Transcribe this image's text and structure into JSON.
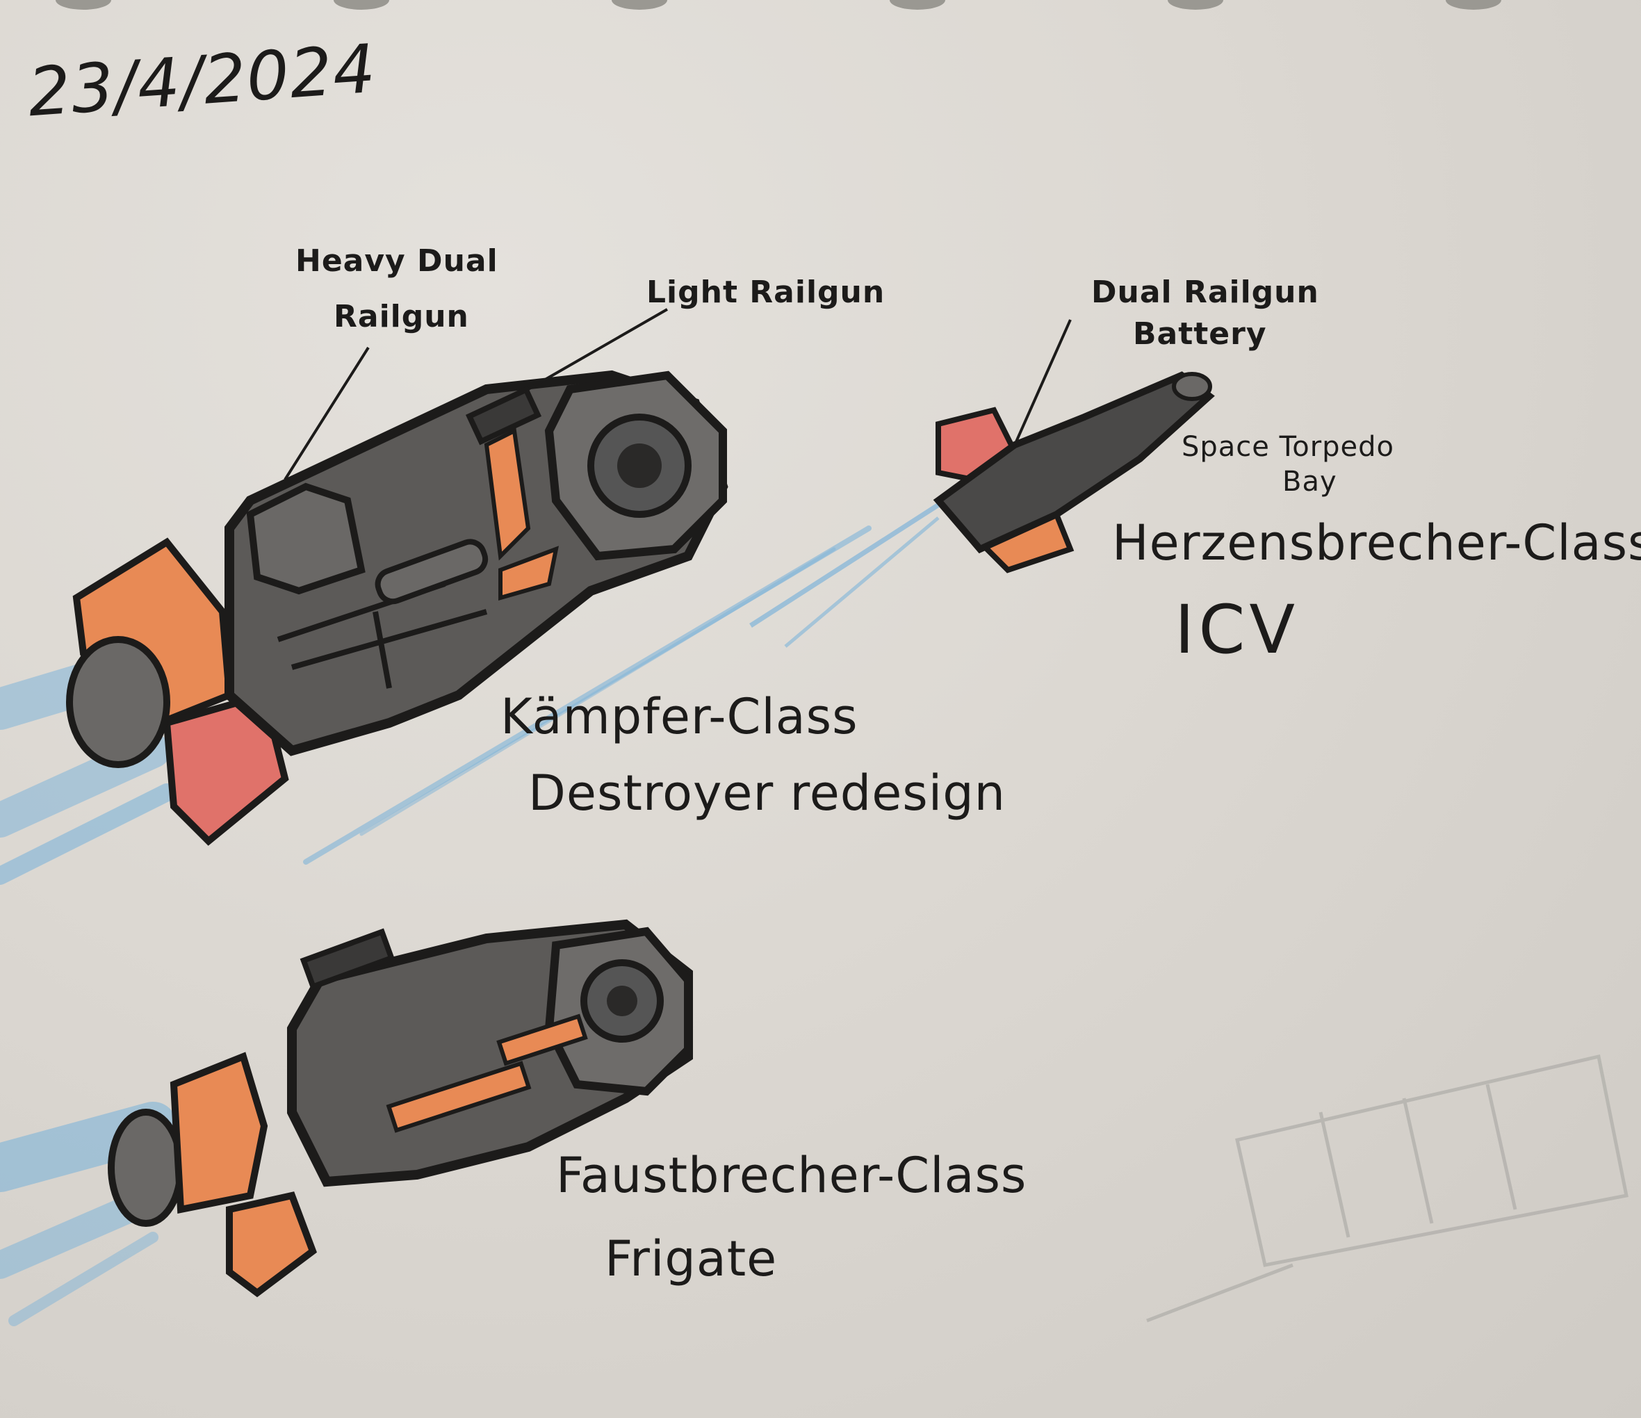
{
  "sketch": {
    "date": "23/4/2024",
    "labels": {
      "heavy_dual_railgun_line1": "Heavy Dual",
      "heavy_dual_railgun_line2": "Railgun",
      "light_railgun": "Light Railgun",
      "dual_railgun_battery_line1": "Dual Railgun",
      "dual_railgun_battery_line2": "Battery",
      "space_torpedo_bay_line1": "Space Torpedo",
      "space_torpedo_bay_line2": "Bay"
    },
    "ships": {
      "kampfer": {
        "name_line1": "Kämpfer-Class",
        "name_line2": "Destroyer redesign"
      },
      "herzensbrecher": {
        "name_line1": "Herzensbrecher-Class",
        "name_line2": "ICV"
      },
      "faustbrecher": {
        "name_line1": "Faustbrecher-Class",
        "name_line2": "Frigate"
      }
    },
    "colors": {
      "paper": "#dcd8d2",
      "ink": "#1c1b1a",
      "hull_grey": "#6a6866",
      "hull_dark": "#3a3938",
      "accent_orange": "#e88a55",
      "accent_red": "#d9605a",
      "thruster_blue": "#7fb4d8"
    },
    "spiral_holes": 6
  }
}
